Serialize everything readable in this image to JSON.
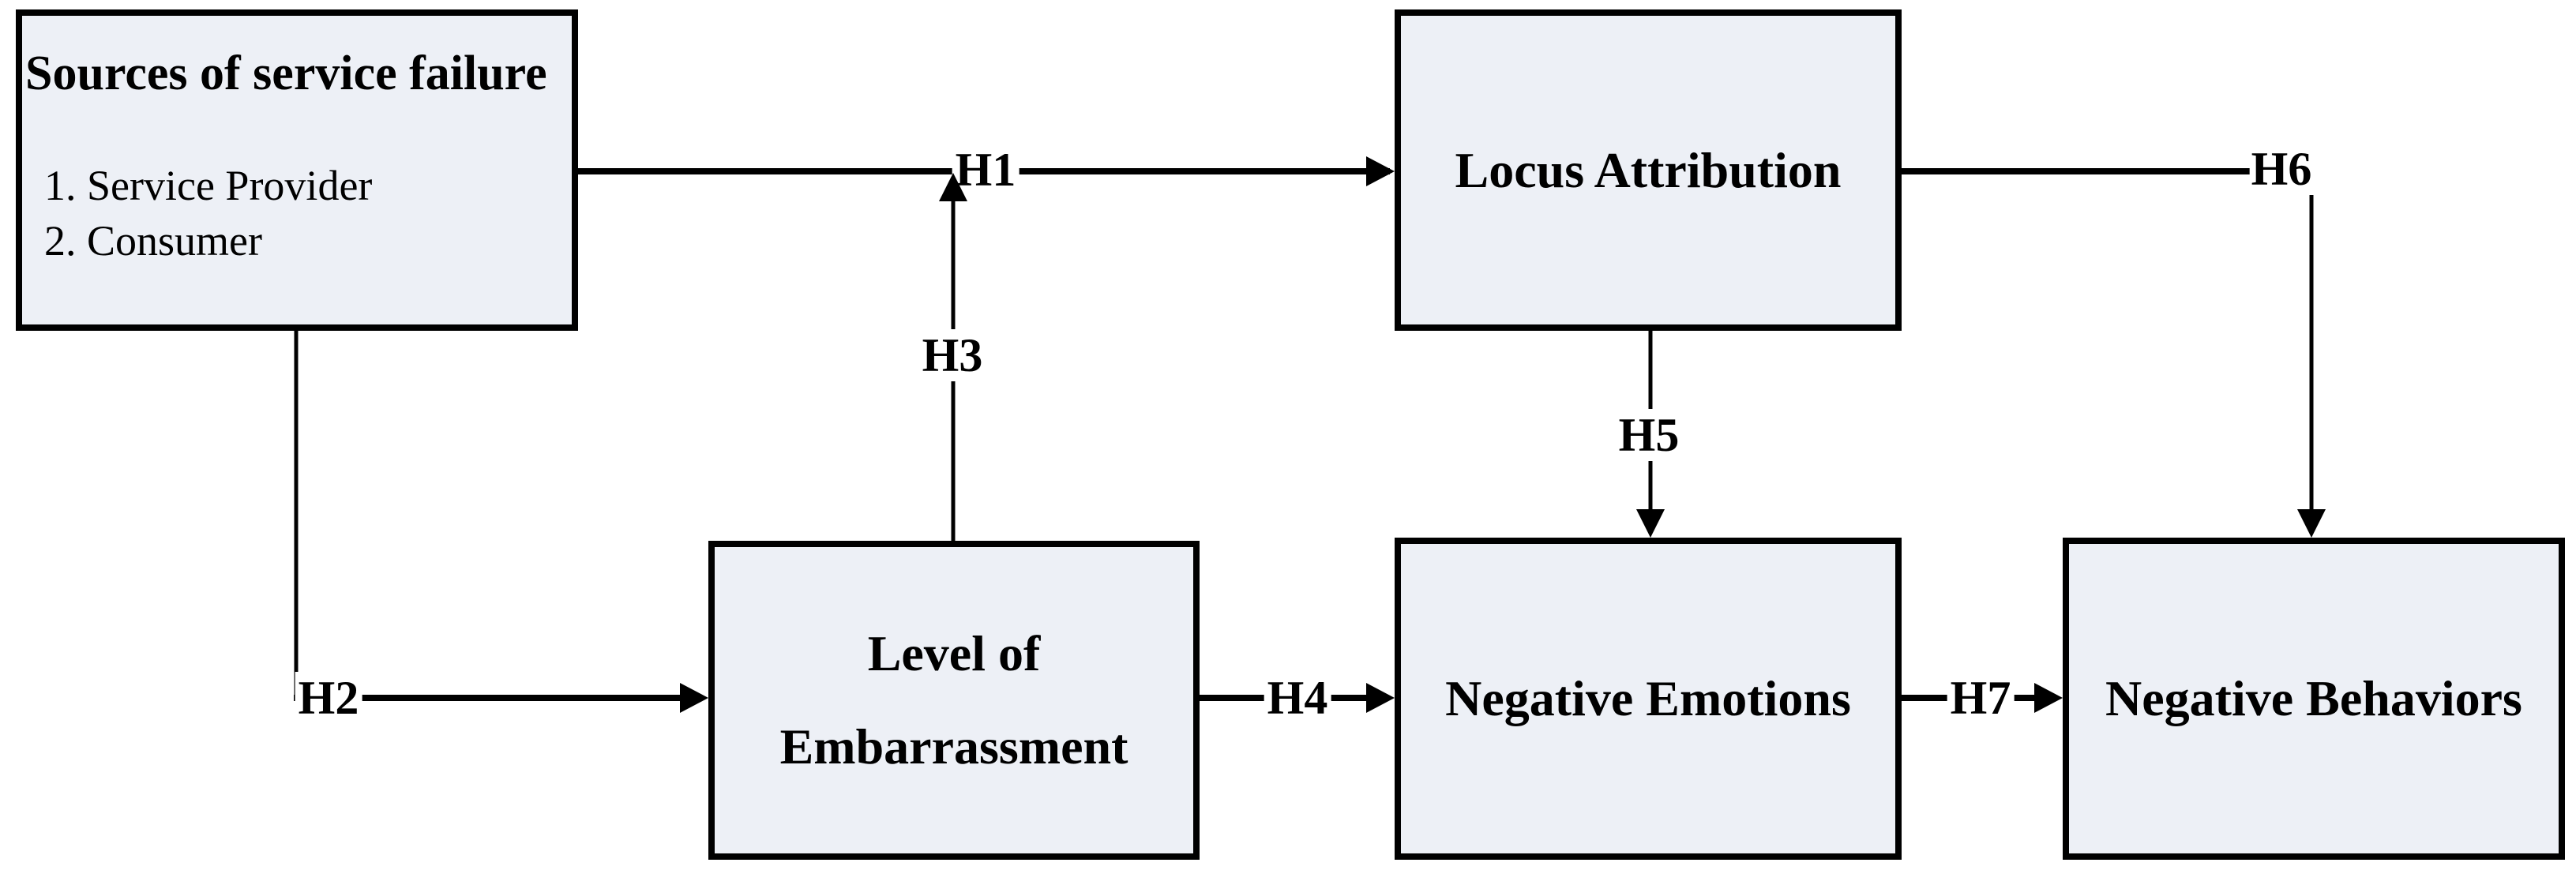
{
  "diagram": {
    "boxes": {
      "sources": {
        "title": "Sources of service failure",
        "items": [
          "1. Service Provider",
          "2. Consumer"
        ]
      },
      "locus": {
        "label": "Locus Attribution"
      },
      "level": {
        "lines": [
          "Level of",
          "Embarrassment"
        ]
      },
      "emotions": {
        "label": "Negative Emotions"
      },
      "behaviors": {
        "label": "Negative Behaviors"
      }
    },
    "hypotheses": {
      "h1": "H1",
      "h2": "H2",
      "h3": "H3",
      "h4": "H4",
      "h5": "H5",
      "h6": "H6",
      "h7": "H7"
    },
    "colors": {
      "background": "#ffffff",
      "box_fill": "#edf0f6",
      "box_border": "#000000",
      "line": "#000000"
    }
  }
}
